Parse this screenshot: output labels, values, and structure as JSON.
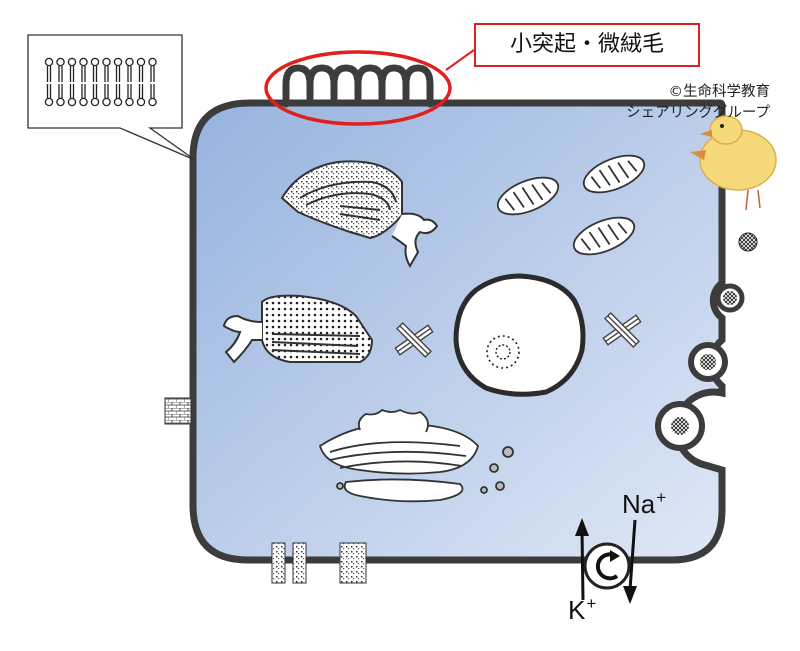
{
  "labels": {
    "microvilli": "小突起・微絨毛",
    "credit_line1": "©生命科学教育",
    "credit_line2": "シェアリンググループ"
  },
  "ions": {
    "sodium": {
      "symbol": "Na",
      "charge": "+"
    },
    "potassium": {
      "symbol": "K",
      "charge": "+"
    }
  },
  "colors": {
    "cytoplasm_top": "#97b3de",
    "cytoplasm_bottom": "#dfe7f6",
    "membrane": "#3c3c3c",
    "highlight": "#e0201c",
    "chick": "#f6d97a"
  }
}
